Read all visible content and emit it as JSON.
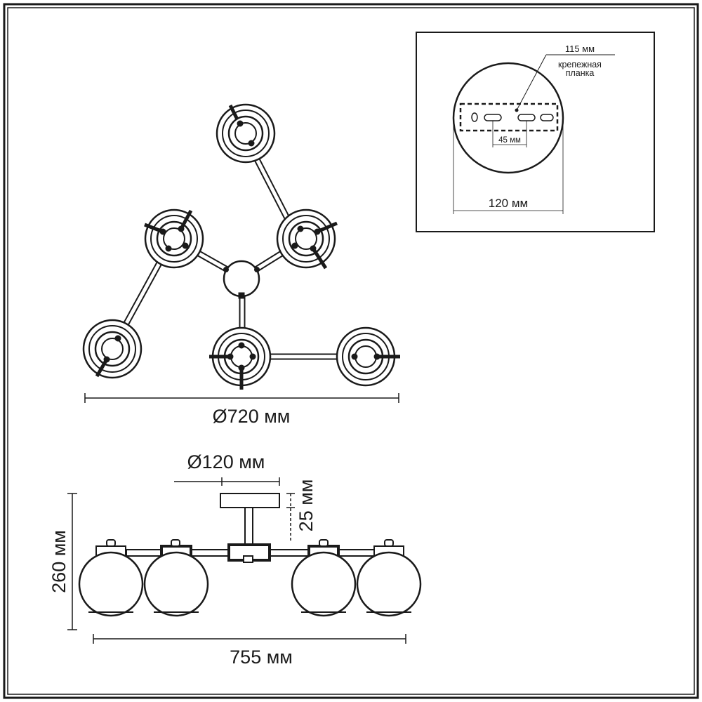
{
  "dimensions": {
    "diameter_top": "Ø720 мм",
    "canopy_diameter": "Ø120 мм",
    "canopy_height": "25 мм",
    "total_height": "260 мм",
    "total_width": "755 мм"
  },
  "inset": {
    "bracket_length": "115 мм",
    "bracket_label_line1": "крепежная",
    "bracket_label_line2": "планка",
    "hole_spacing": "45 мм",
    "canopy_width": "120 мм"
  }
}
